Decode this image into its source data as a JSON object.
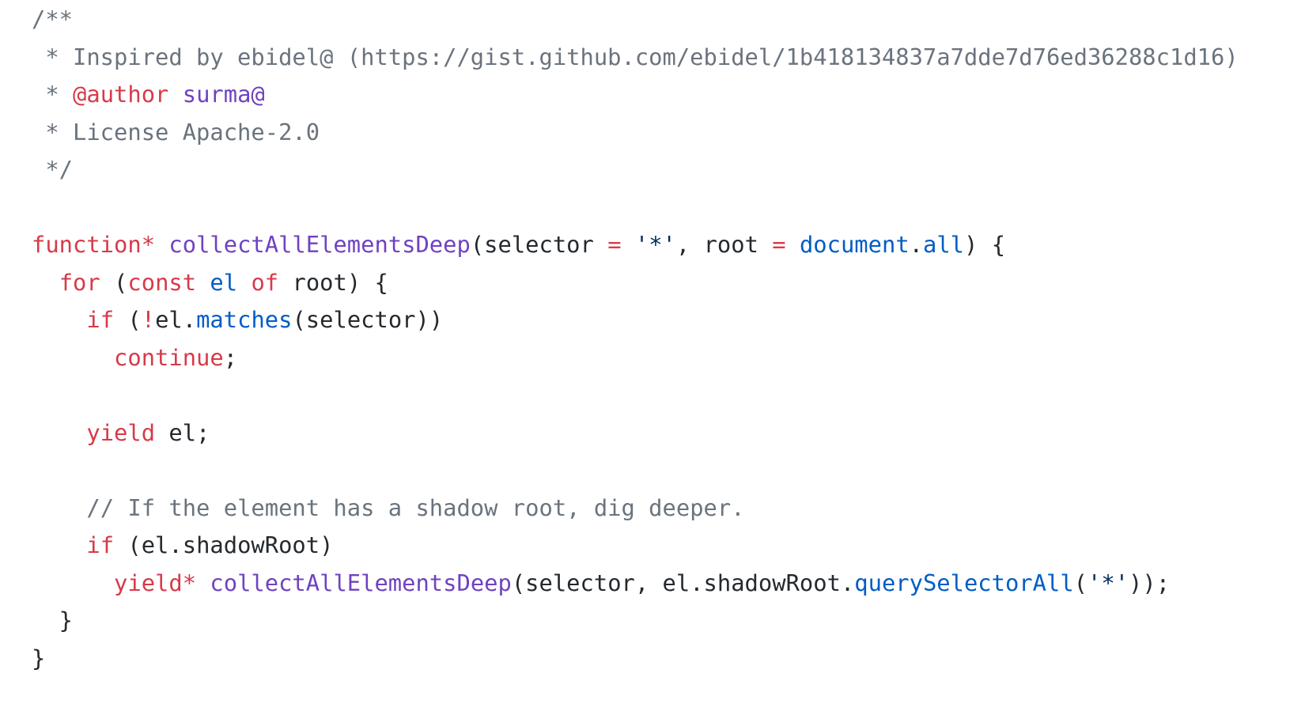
{
  "colors": {
    "background": "#ffffff",
    "plain": "#24292e",
    "comment": "#6a737d",
    "keyword": "#d73a49",
    "entity": "#6f42c1",
    "constant": "#005cc5",
    "string": "#032f62"
  },
  "code": {
    "lines": [
      [
        {
          "t": "/**",
          "c": "comment"
        }
      ],
      [
        {
          "t": " * Inspired by ebidel@ (https://gist.github.com/ebidel/1b418134837a7dde7d76ed36288c1d16)",
          "c": "comment"
        }
      ],
      [
        {
          "t": " * ",
          "c": "comment"
        },
        {
          "t": "@author",
          "c": "keyword"
        },
        {
          "t": " ",
          "c": "comment"
        },
        {
          "t": "surma@",
          "c": "entity"
        }
      ],
      [
        {
          "t": " * License Apache-2.0",
          "c": "comment"
        }
      ],
      [
        {
          "t": " */",
          "c": "comment"
        }
      ],
      [],
      [
        {
          "t": "function*",
          "c": "keyword"
        },
        {
          "t": " ",
          "c": "plain"
        },
        {
          "t": "collectAllElementsDeep",
          "c": "entity"
        },
        {
          "t": "(selector ",
          "c": "plain"
        },
        {
          "t": "=",
          "c": "keyword"
        },
        {
          "t": " ",
          "c": "plain"
        },
        {
          "t": "'*'",
          "c": "string"
        },
        {
          "t": ", root ",
          "c": "plain"
        },
        {
          "t": "=",
          "c": "keyword"
        },
        {
          "t": " ",
          "c": "plain"
        },
        {
          "t": "document",
          "c": "constant"
        },
        {
          "t": ".",
          "c": "plain"
        },
        {
          "t": "all",
          "c": "constant"
        },
        {
          "t": ") {",
          "c": "plain"
        }
      ],
      [
        {
          "t": "  ",
          "c": "plain"
        },
        {
          "t": "for",
          "c": "keyword"
        },
        {
          "t": " (",
          "c": "plain"
        },
        {
          "t": "const",
          "c": "keyword"
        },
        {
          "t": " ",
          "c": "plain"
        },
        {
          "t": "el",
          "c": "constant"
        },
        {
          "t": " ",
          "c": "plain"
        },
        {
          "t": "of",
          "c": "keyword"
        },
        {
          "t": " root) {",
          "c": "plain"
        }
      ],
      [
        {
          "t": "    ",
          "c": "plain"
        },
        {
          "t": "if",
          "c": "keyword"
        },
        {
          "t": " (",
          "c": "plain"
        },
        {
          "t": "!",
          "c": "keyword"
        },
        {
          "t": "el.",
          "c": "plain"
        },
        {
          "t": "matches",
          "c": "constant"
        },
        {
          "t": "(selector))",
          "c": "plain"
        }
      ],
      [
        {
          "t": "      ",
          "c": "plain"
        },
        {
          "t": "continue",
          "c": "keyword"
        },
        {
          "t": ";",
          "c": "plain"
        }
      ],
      [],
      [
        {
          "t": "    ",
          "c": "plain"
        },
        {
          "t": "yield",
          "c": "keyword"
        },
        {
          "t": " el;",
          "c": "plain"
        }
      ],
      [],
      [
        {
          "t": "    ",
          "c": "plain"
        },
        {
          "t": "// If the element has a shadow root, dig deeper.",
          "c": "comment"
        }
      ],
      [
        {
          "t": "    ",
          "c": "plain"
        },
        {
          "t": "if",
          "c": "keyword"
        },
        {
          "t": " (el.shadowRoot)",
          "c": "plain"
        }
      ],
      [
        {
          "t": "      ",
          "c": "plain"
        },
        {
          "t": "yield*",
          "c": "keyword"
        },
        {
          "t": " ",
          "c": "plain"
        },
        {
          "t": "collectAllElementsDeep",
          "c": "entity"
        },
        {
          "t": "(selector, el.shadowRoot.",
          "c": "plain"
        },
        {
          "t": "querySelectorAll",
          "c": "constant"
        },
        {
          "t": "(",
          "c": "plain"
        },
        {
          "t": "'*'",
          "c": "string"
        },
        {
          "t": "));",
          "c": "plain"
        }
      ],
      [
        {
          "t": "  }",
          "c": "plain"
        }
      ],
      [
        {
          "t": "}",
          "c": "plain"
        }
      ]
    ]
  }
}
